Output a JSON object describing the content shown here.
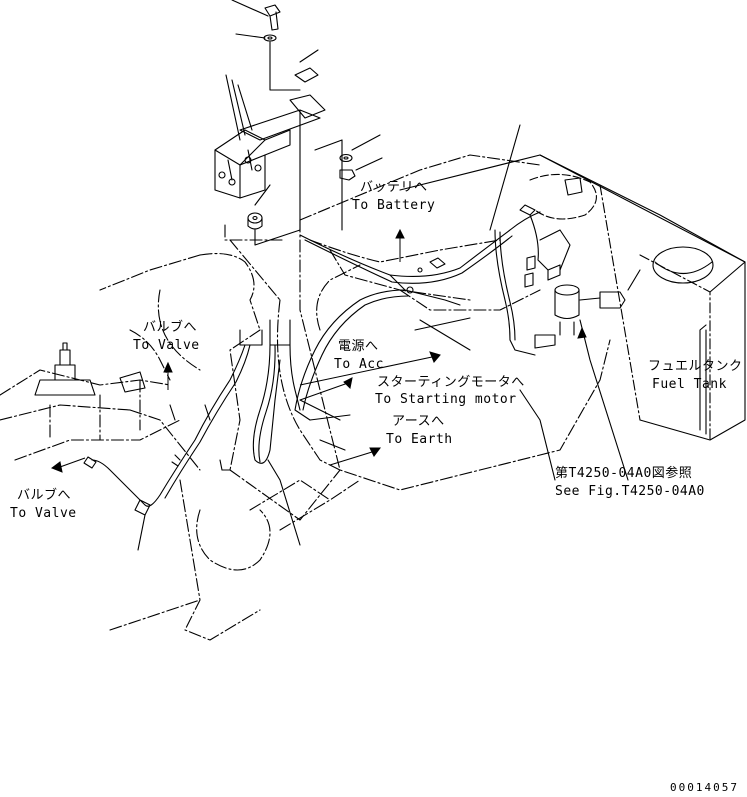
{
  "labels": {
    "battery_jp": "バッテリへ",
    "battery_en": "To Battery",
    "valve1_jp": "バルブへ",
    "valve1_en": "To Valve",
    "acc_jp": "電源へ",
    "acc_en": "To Acc",
    "starting_jp": "スターティングモータへ",
    "starting_en": "To Starting motor",
    "earth_jp": "アースへ",
    "earth_en": "To Earth",
    "fuel_jp": "フュエルタンク",
    "fuel_en": "Fuel Tank",
    "see_jp": "第T4250-04A0図参照",
    "see_en": "See Fig.T4250-04A0",
    "valve2_jp": "バルブへ",
    "valve2_en": "To Valve"
  },
  "drawing_code": "00014057"
}
